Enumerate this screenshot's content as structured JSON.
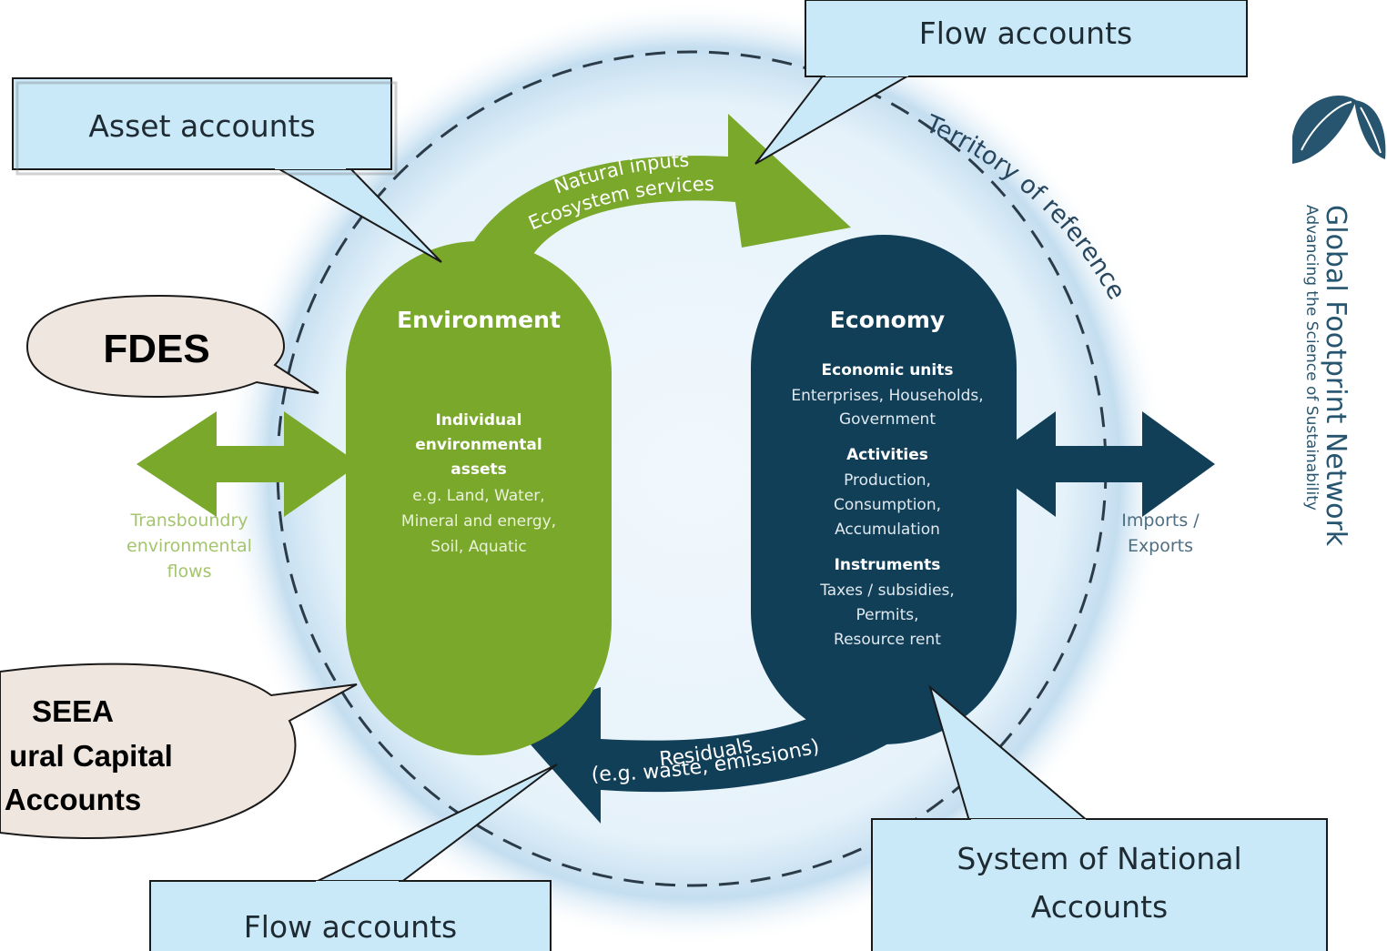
{
  "callouts": {
    "asset_accounts": "Asset accounts",
    "flow_accounts_top": "Flow accounts",
    "flow_accounts_bottom": "Flow accounts",
    "sna_line1": "System of National",
    "sna_line2": "Accounts"
  },
  "bubbles": {
    "fdes": "FDES",
    "seea_line1": "SEEA",
    "seea_line2": "ural Capital",
    "seea_line3": "Accounts"
  },
  "arcs": {
    "territory": "Territory of reference",
    "natural_inputs_1": "Natural inputs",
    "natural_inputs_2": "Ecosystem services",
    "residuals_1": "Residuals",
    "residuals_2": "(e.g. waste, emissions)"
  },
  "environment": {
    "title": "Environment",
    "sub_bold_1": "Individual",
    "sub_bold_2": "environmental",
    "sub_bold_3": "assets",
    "line1": "e.g. Land, Water,",
    "line2": "Mineral and energy,",
    "line3": "Soil, Aquatic"
  },
  "economy": {
    "title": "Economy",
    "units_head": "Economic units",
    "units_1": "Enterprises, Households,",
    "units_2": "Government",
    "activities_head": "Activities",
    "activities_1": "Production,",
    "activities_2": "Consumption,",
    "activities_3": "Accumulation",
    "instruments_head": "Instruments",
    "instruments_1": "Taxes / subsidies,",
    "instruments_2": "Permits,",
    "instruments_3": "Resource rent"
  },
  "side_labels": {
    "transboundry_1": "Transboundry",
    "transboundry_2": "environmental",
    "transboundry_3": "flows",
    "imports_1": "Imports /",
    "imports_2": "Exports"
  },
  "logo": {
    "name": "Global Footprint Network",
    "tagline": "Advancing the Science of Sustainability"
  },
  "colors": {
    "green": "#79a82a",
    "navy": "#123f58",
    "callout_fill": "#c9e9f9",
    "bubble_fill": "#efe6df"
  }
}
